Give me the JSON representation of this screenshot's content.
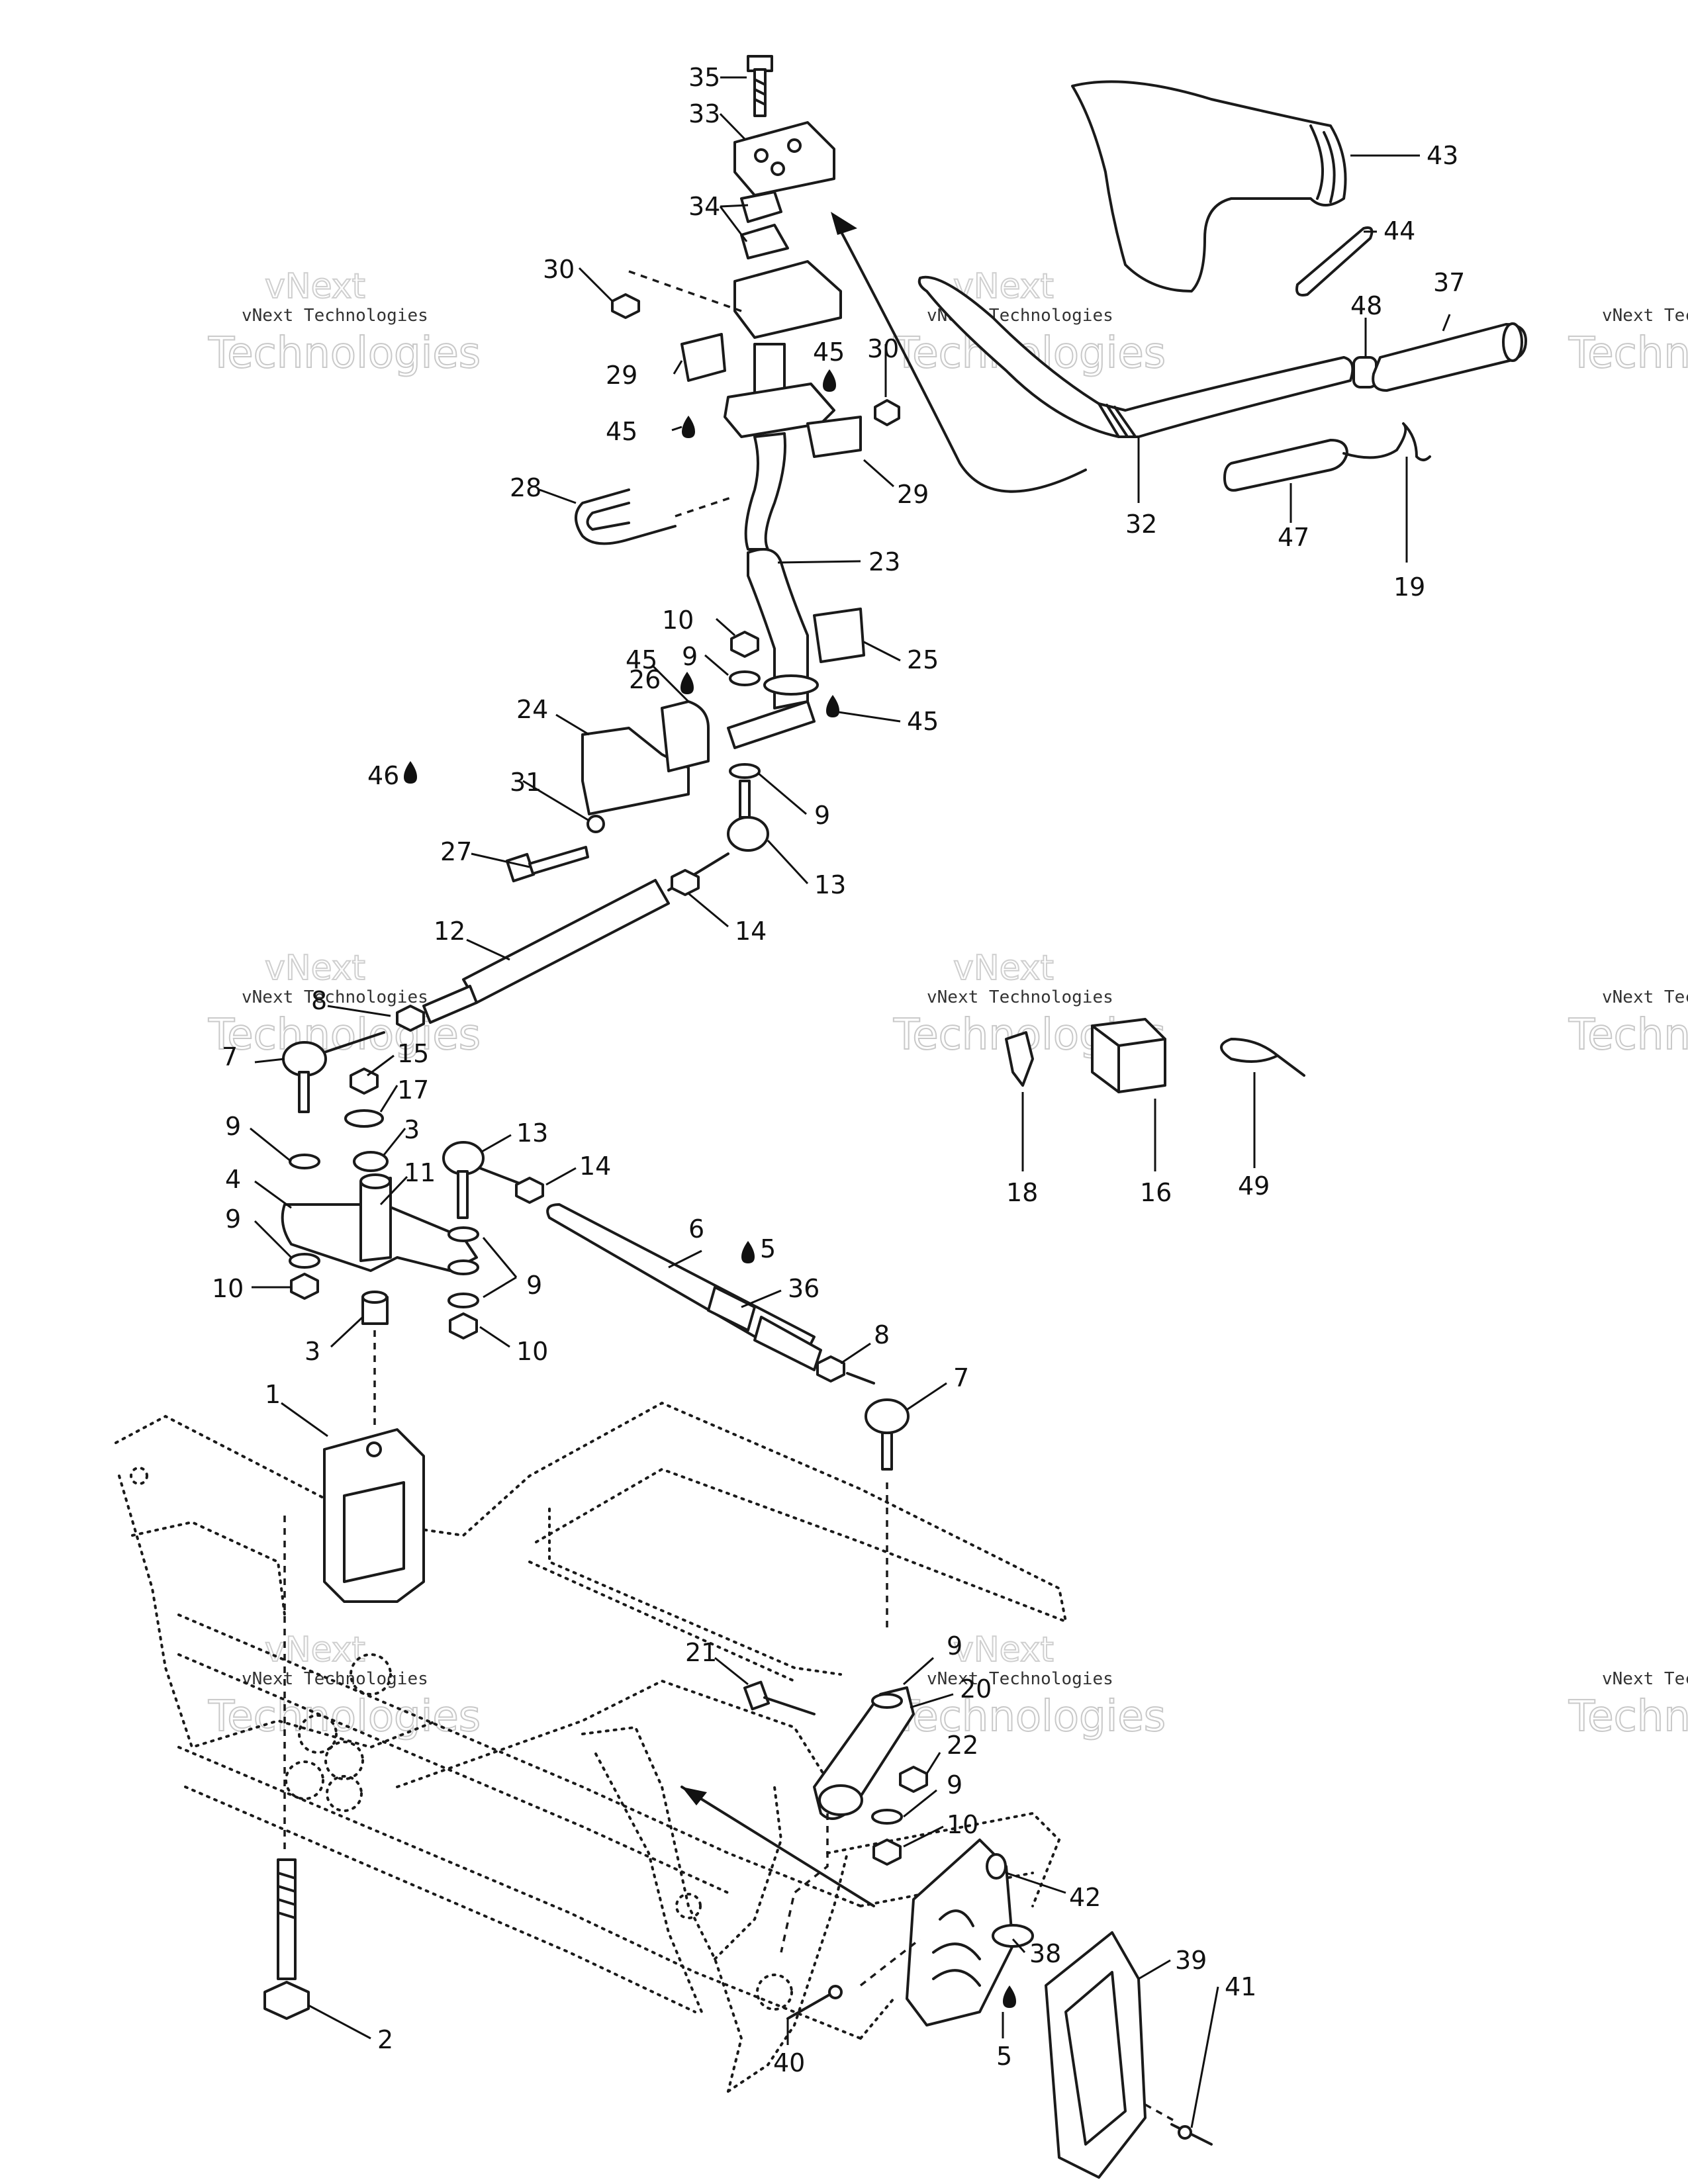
{
  "watermark": {
    "brand": "vNext",
    "company": "vNext Technologies",
    "word": "Technologies"
  },
  "callouts": [
    {
      "id": "c35",
      "label": "35"
    },
    {
      "id": "c33",
      "label": "33"
    },
    {
      "id": "c34",
      "label": "34"
    },
    {
      "id": "c30a",
      "label": "30"
    },
    {
      "id": "c45a",
      "label": "45"
    },
    {
      "id": "c30b",
      "label": "30"
    },
    {
      "id": "c29a",
      "label": "29"
    },
    {
      "id": "c45b",
      "label": "45"
    },
    {
      "id": "c29b",
      "label": "29"
    },
    {
      "id": "c28",
      "label": "28"
    },
    {
      "id": "c23",
      "label": "23"
    },
    {
      "id": "c10a",
      "label": "10"
    },
    {
      "id": "c9a",
      "label": "9"
    },
    {
      "id": "c25",
      "label": "25"
    },
    {
      "id": "c45c",
      "label": "45"
    },
    {
      "id": "c26",
      "label": "26"
    },
    {
      "id": "c45d",
      "label": "45"
    },
    {
      "id": "c24",
      "label": "24"
    },
    {
      "id": "c46",
      "label": "46"
    },
    {
      "id": "c31",
      "label": "31"
    },
    {
      "id": "c9b",
      "label": "9"
    },
    {
      "id": "c27",
      "label": "27"
    },
    {
      "id": "c13a",
      "label": "13"
    },
    {
      "id": "c14a",
      "label": "14"
    },
    {
      "id": "c12",
      "label": "12"
    },
    {
      "id": "c8a",
      "label": "8"
    },
    {
      "id": "c15",
      "label": "15"
    },
    {
      "id": "c7a",
      "label": "7"
    },
    {
      "id": "c17",
      "label": "17"
    },
    {
      "id": "c3a",
      "label": "3"
    },
    {
      "id": "c9c",
      "label": "9"
    },
    {
      "id": "c13b",
      "label": "13"
    },
    {
      "id": "c14b",
      "label": "14"
    },
    {
      "id": "c4",
      "label": "4"
    },
    {
      "id": "c11",
      "label": "11"
    },
    {
      "id": "c9d",
      "label": "9"
    },
    {
      "id": "c6",
      "label": "6"
    },
    {
      "id": "c5a",
      "label": "5"
    },
    {
      "id": "c36",
      "label": "36"
    },
    {
      "id": "c10b",
      "label": "10"
    },
    {
      "id": "c9e",
      "label": "9"
    },
    {
      "id": "c3b",
      "label": "3"
    },
    {
      "id": "c10c",
      "label": "10"
    },
    {
      "id": "c8b",
      "label": "8"
    },
    {
      "id": "c7b",
      "label": "7"
    },
    {
      "id": "c1",
      "label": "1"
    },
    {
      "id": "c43",
      "label": "43"
    },
    {
      "id": "c44",
      "label": "44"
    },
    {
      "id": "c37",
      "label": "37"
    },
    {
      "id": "c48",
      "label": "48"
    },
    {
      "id": "c32",
      "label": "32"
    },
    {
      "id": "c47",
      "label": "47"
    },
    {
      "id": "c19",
      "label": "19"
    },
    {
      "id": "c18",
      "label": "18"
    },
    {
      "id": "c16",
      "label": "16"
    },
    {
      "id": "c49",
      "label": "49"
    },
    {
      "id": "c21",
      "label": "21"
    },
    {
      "id": "c20",
      "label": "20"
    },
    {
      "id": "c9f",
      "label": "9"
    },
    {
      "id": "c22",
      "label": "22"
    },
    {
      "id": "c9g",
      "label": "9"
    },
    {
      "id": "c10d",
      "label": "10"
    },
    {
      "id": "c42",
      "label": "42"
    },
    {
      "id": "c38",
      "label": "38"
    },
    {
      "id": "c39",
      "label": "39"
    },
    {
      "id": "c41",
      "label": "41"
    },
    {
      "id": "c2",
      "label": "2"
    },
    {
      "id": "c40",
      "label": "40"
    },
    {
      "id": "c5b",
      "label": "5"
    }
  ]
}
